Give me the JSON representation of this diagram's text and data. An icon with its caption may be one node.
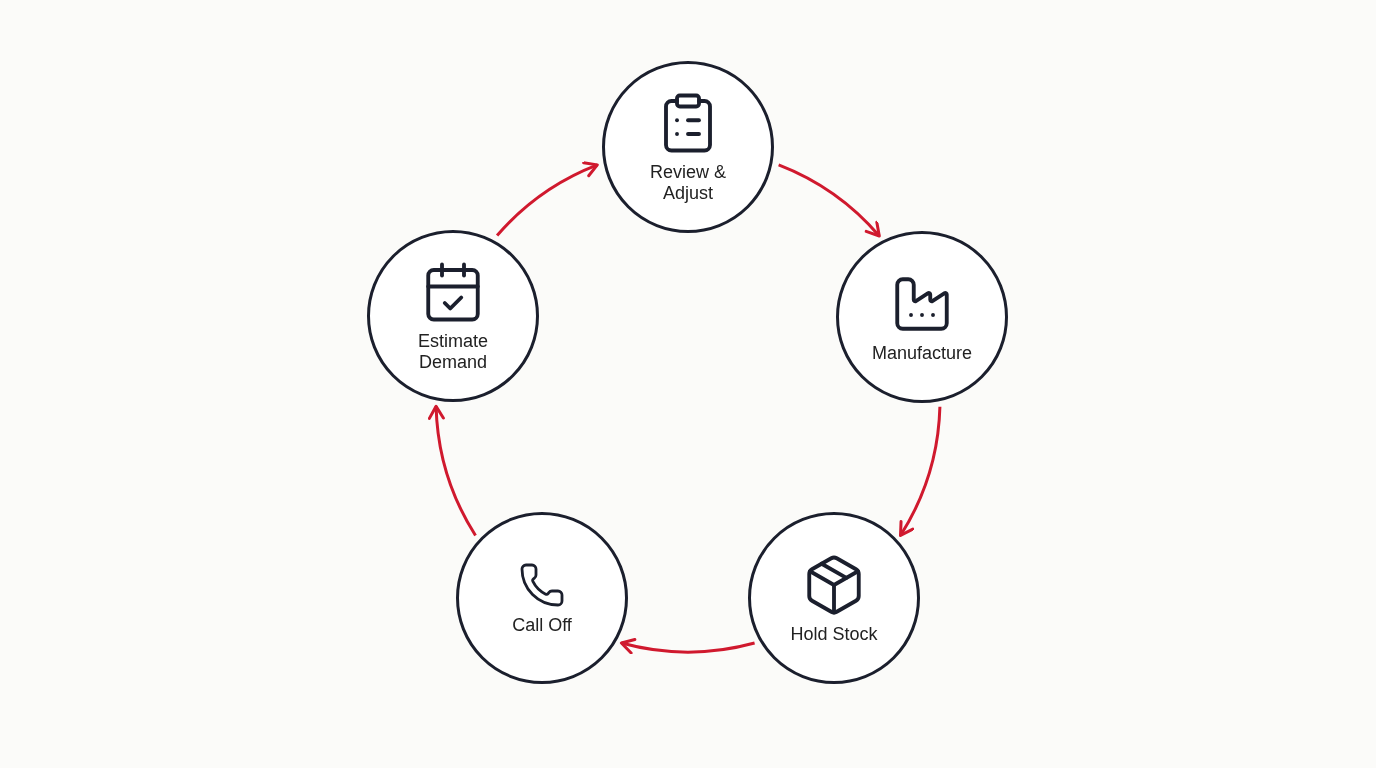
{
  "diagram": {
    "nodes": [
      {
        "text": [
          "Review & Adjust"
        ]
      },
      {
        "text": [
          "Manufacture"
        ]
      },
      {
        "text": [
          "Hold Stock"
        ]
      },
      {
        "text": [
          "Call Off"
        ]
      },
      {
        "text": [
          "Estimate Demand"
        ]
      }
    ],
    "edges": [
      {
        "from": 0,
        "to": 1,
        "arrow": "to"
      },
      {
        "from": 1,
        "to": 2,
        "arrow": "to"
      },
      {
        "from": 2,
        "to": 3,
        "arrow": "to"
      },
      {
        "from": 3,
        "to": 4,
        "arrow": "to"
      },
      {
        "from": 4,
        "to": 0,
        "arrow": "to"
      }
    ]
  }
}
